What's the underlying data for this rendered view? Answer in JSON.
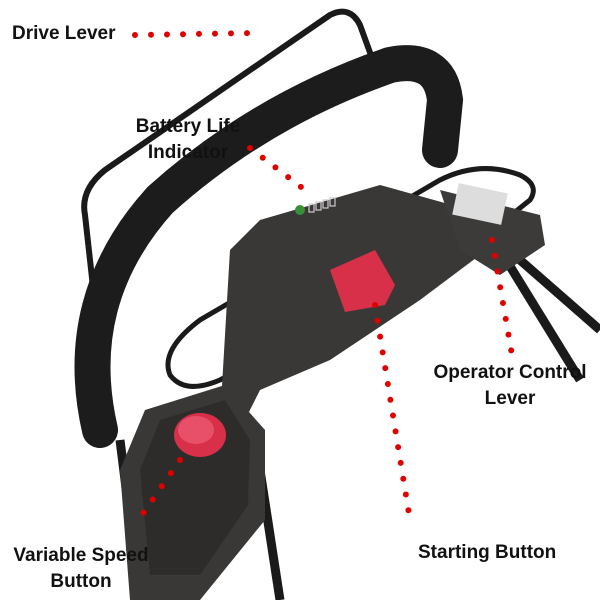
{
  "labels": {
    "drive_lever": "Drive Lever",
    "battery_line1": "Battery Life",
    "battery_line2": "Indicator",
    "operator_line1": "Operator Control",
    "operator_line2": "Lever",
    "starting_button": "Starting Button",
    "speed_line1": "Variable Speed",
    "speed_line2": "Button"
  },
  "colors": {
    "dots": "#e00000",
    "button": "#d9304a",
    "handle": "#1a1a1a",
    "housing": "#3a3836"
  }
}
